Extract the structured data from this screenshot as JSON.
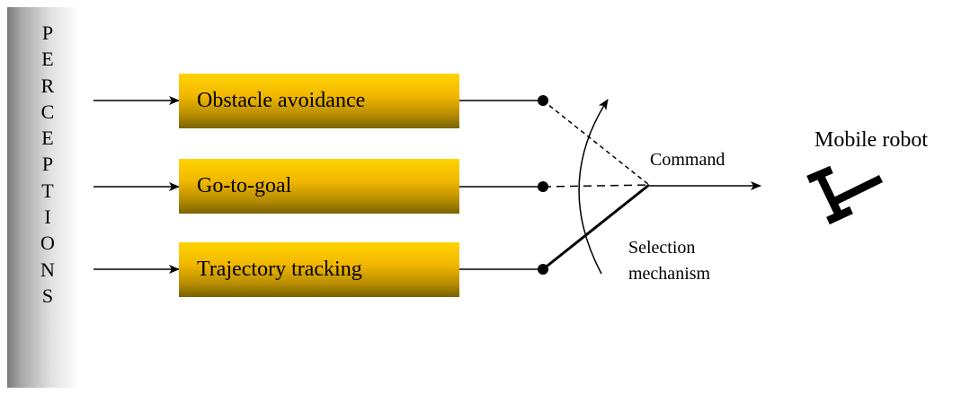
{
  "perceptions": {
    "letters": [
      "P",
      "E",
      "R",
      "C",
      "E",
      "P",
      "T",
      "I",
      "O",
      "N",
      "S"
    ]
  },
  "behaviors": [
    {
      "label": "Obstacle avoidance"
    },
    {
      "label": "Go-to-goal"
    },
    {
      "label": "Trajectory tracking"
    }
  ],
  "labels": {
    "command": "Command",
    "selection_line1": "Selection",
    "selection_line2": "mechanism",
    "robot": "Mobile robot"
  },
  "colors": {
    "box_top": "#ffd400",
    "box_bottom": "#7a6200",
    "bar_dark": "#7a7a7a",
    "line": "#000000"
  }
}
